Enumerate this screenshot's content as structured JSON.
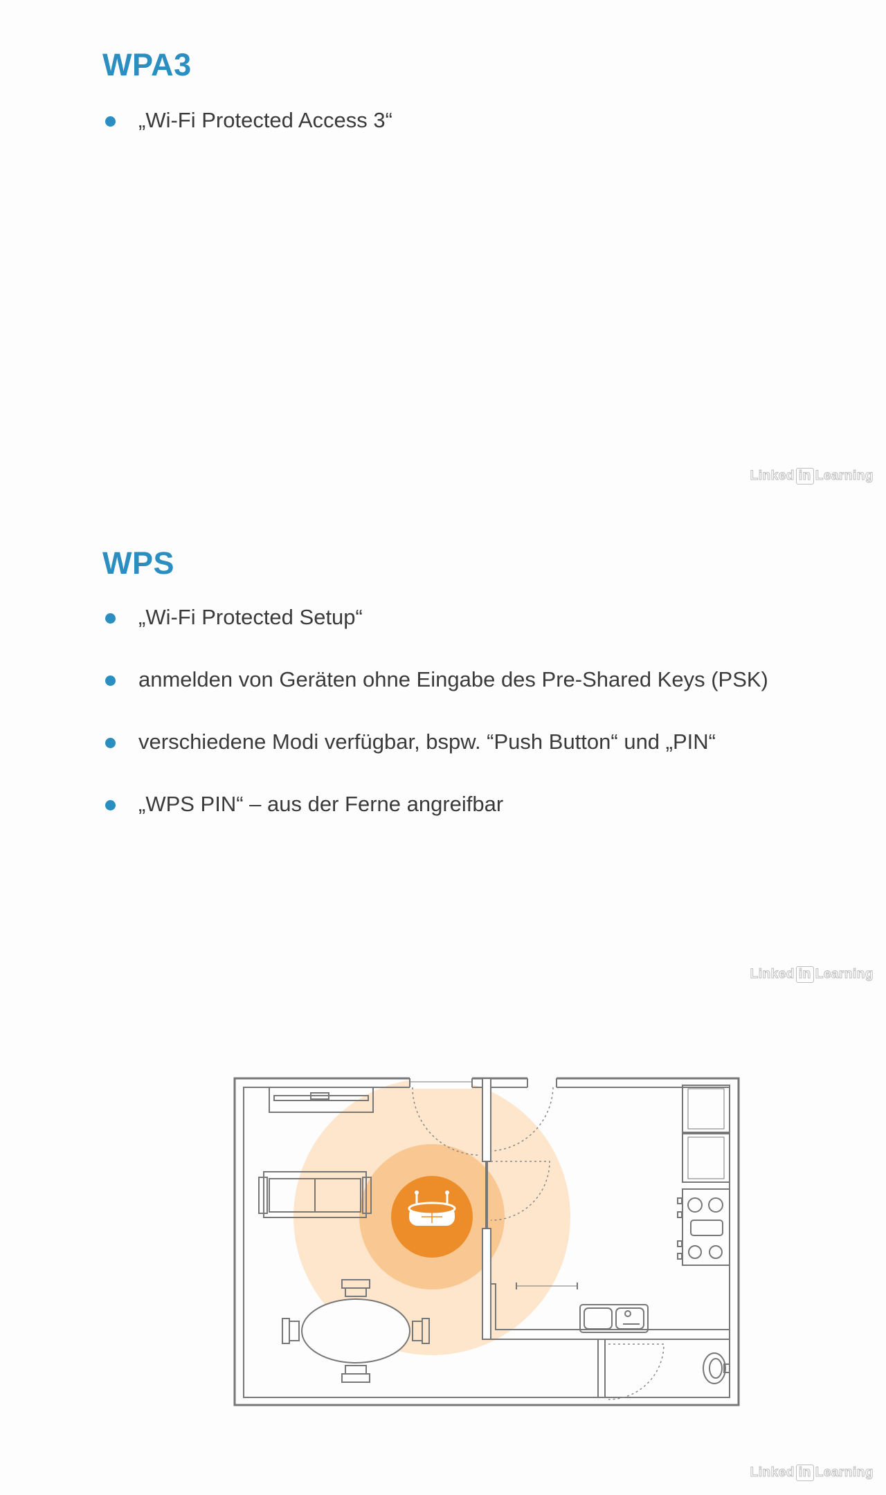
{
  "slides": [
    {
      "title": "WPA3",
      "bullets": [
        "„Wi-Fi Protected Access 3“"
      ],
      "watermark": {
        "brand": "Linked",
        "badge": "in",
        "suffix": "Learning"
      }
    },
    {
      "title": "WPS",
      "bullets": [
        "„Wi-Fi Protected Setup“",
        "anmelden von Geräten ohne Eingabe des Pre-Shared Keys (PSK)",
        "verschiedene Modi verfügbar, bspw. “Push Button“ und „PIN“",
        "„WPS PIN“ – aus der Ferne angreifbar"
      ],
      "watermark": {
        "brand": "Linked",
        "badge": "in",
        "suffix": "Learning"
      }
    },
    {
      "floorplan": {
        "icons": [
          "sofa-icon",
          "dining-table-icon",
          "router-icon",
          "kitchen-counter-icon",
          "stove-icon",
          "sink-icon",
          "toilet-icon",
          "sideboard-icon"
        ],
        "colors": {
          "outer_coverage": "#fde6cc",
          "inner_coverage": "#f9c892",
          "router": "#ec8d2a",
          "walls": "#777777"
        }
      },
      "watermark": {
        "brand": "Linked",
        "badge": "in",
        "suffix": "Learning"
      }
    }
  ]
}
